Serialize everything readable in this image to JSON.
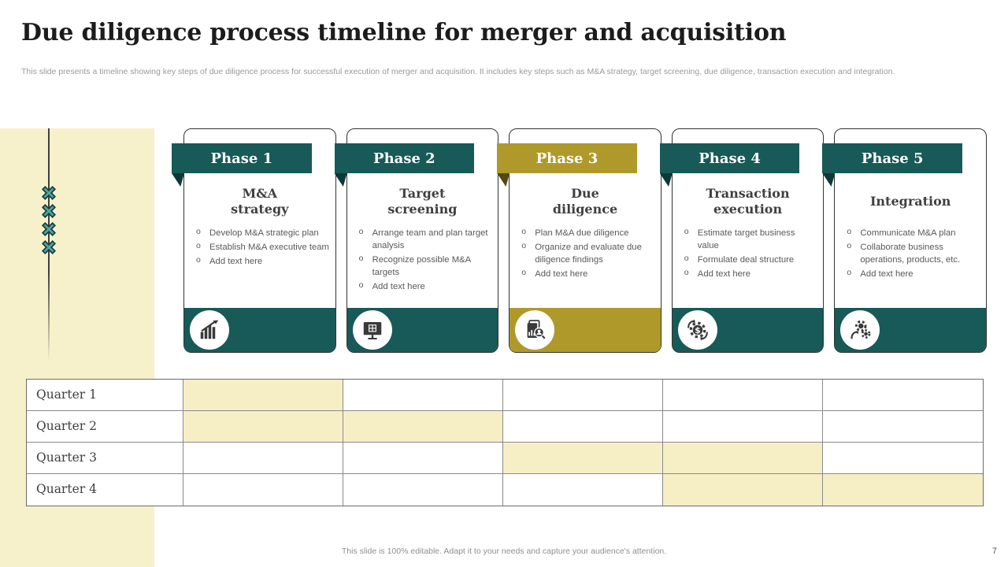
{
  "slide": {
    "title": "Due diligence process timeline for merger and acquisition",
    "subtitle": "This slide presents a timeline showing key steps of due diligence process for successful execution of merger and acquisition. It includes key steps such as M&A strategy, target screening, due diligence, transaction execution and integration.",
    "footer": "This slide is 100% editable. Adapt it to your needs and capture your audience's attention.",
    "page_number": "7"
  },
  "colors": {
    "teal": "#175A58",
    "teal_dark": "#0B3938",
    "gold": "#B0992B",
    "gold_dark": "#55480F",
    "cream_band": "#F7F1CB",
    "cell_highlight": "#F6EFC5",
    "icon_dark": "#3A3A3A",
    "marker_teal": "#58A3A1"
  },
  "phases": [
    {
      "label": "Phase 1",
      "title": "M&A\nstrategy",
      "accent": "teal",
      "icon": "growth-chart-icon",
      "bullets": [
        "Develop M&A strategic plan",
        "Establish M&A executive team",
        "Add text here"
      ]
    },
    {
      "label": "Phase 2",
      "title": "Target\nscreening",
      "accent": "teal",
      "icon": "monitor-icon",
      "bullets": [
        "Arrange team and plan target analysis",
        "Recognize possible M&A targets",
        "Add text here"
      ]
    },
    {
      "label": "Phase 3",
      "title": "Due\ndiligence",
      "accent": "gold",
      "icon": "report-analysis-icon",
      "bullets": [
        "Plan M&A due diligence",
        "Organize and evaluate due diligence findings",
        "Add text here"
      ]
    },
    {
      "label": "Phase 4",
      "title": "Transaction\nexecution",
      "accent": "teal",
      "icon": "dollar-gear-icon",
      "bullets": [
        "Estimate target business value",
        "Formulate deal structure",
        "Add text here"
      ]
    },
    {
      "label": "Phase 5",
      "title": "Integration",
      "accent": "teal",
      "icon": "gears-integration-icon",
      "bullets": [
        "Communicate M&A plan",
        "Collaborate business operations, products, etc.",
        "Add text here"
      ]
    }
  ],
  "timeline_table": {
    "quarters": [
      "Quarter 1",
      "Quarter 2",
      "Quarter 3",
      "Quarter 4"
    ],
    "phase_columns": 5,
    "highlighted_cells": [
      [
        1
      ],
      [
        1,
        2
      ],
      [
        3,
        4
      ],
      [
        4,
        5
      ]
    ]
  }
}
